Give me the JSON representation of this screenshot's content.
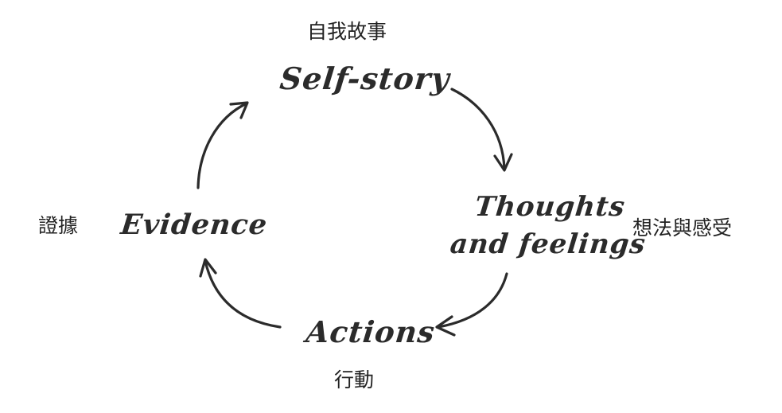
{
  "diagram": {
    "nodes": [
      {
        "id": "self-story",
        "label": "Self-story",
        "zh": "自我故事"
      },
      {
        "id": "thoughts-feelings",
        "label_line1": "Thoughts",
        "label_line2": "and feelings",
        "zh": "想法與感受"
      },
      {
        "id": "actions",
        "label": "Actions",
        "zh": "行動"
      },
      {
        "id": "evidence",
        "label": "Evidence",
        "zh": "證據"
      }
    ],
    "edges": [
      {
        "from": "self-story",
        "to": "thoughts-feelings"
      },
      {
        "from": "thoughts-feelings",
        "to": "actions"
      },
      {
        "from": "actions",
        "to": "evidence"
      },
      {
        "from": "evidence",
        "to": "self-story"
      }
    ],
    "colors": {
      "ink": "#2b2b2b",
      "background": "#ffffff"
    }
  }
}
